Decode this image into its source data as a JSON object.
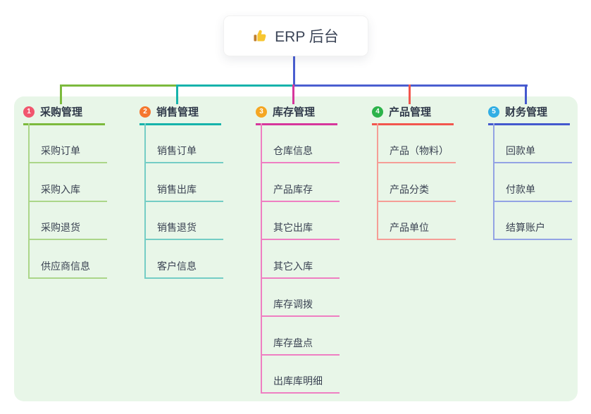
{
  "root": {
    "title": "ERP 后台",
    "icon": "thumbs-up"
  },
  "colors": {
    "canvas_bg": "#e8f6e8",
    "stem_blue": "#4a5ed0",
    "bar_left_green": "#7cba3d",
    "bar_mid_teal": "#16b3ab",
    "bar_right_blue": "#4a5ed0"
  },
  "branches": [
    {
      "num": "1",
      "label": "采购管理",
      "badge_color": "#f1566e",
      "line_color": "#7cba3d",
      "leaf_line_color": "#abd689",
      "items": [
        "采购订单",
        "采购入库",
        "采购退货",
        "供应商信息"
      ]
    },
    {
      "num": "2",
      "label": "销售管理",
      "badge_color": "#f5772e",
      "line_color": "#16b3ab",
      "leaf_line_color": "#74cdc5",
      "items": [
        "销售订单",
        "销售出库",
        "销售退货",
        "客户信息"
      ]
    },
    {
      "num": "3",
      "label": "库存管理",
      "badge_color": "#f5a623",
      "line_color": "#d6379c",
      "leaf_line_color": "#ef7fc2",
      "items": [
        "仓库信息",
        "产品库存",
        "其它出库",
        "其它入库",
        "库存调拨",
        "库存盘点",
        "出库库明细"
      ]
    },
    {
      "num": "4",
      "label": "产品管理",
      "badge_color": "#2cb34a",
      "line_color": "#f2564e",
      "leaf_line_color": "#f59d96",
      "items": [
        "产品（物料）",
        "产品分类",
        "产品单位"
      ]
    },
    {
      "num": "5",
      "label": "财务管理",
      "badge_color": "#31aee4",
      "line_color": "#4459ce",
      "leaf_line_color": "#93a3e4",
      "items": [
        "回款单",
        "付款单",
        "结算账户"
      ]
    }
  ]
}
